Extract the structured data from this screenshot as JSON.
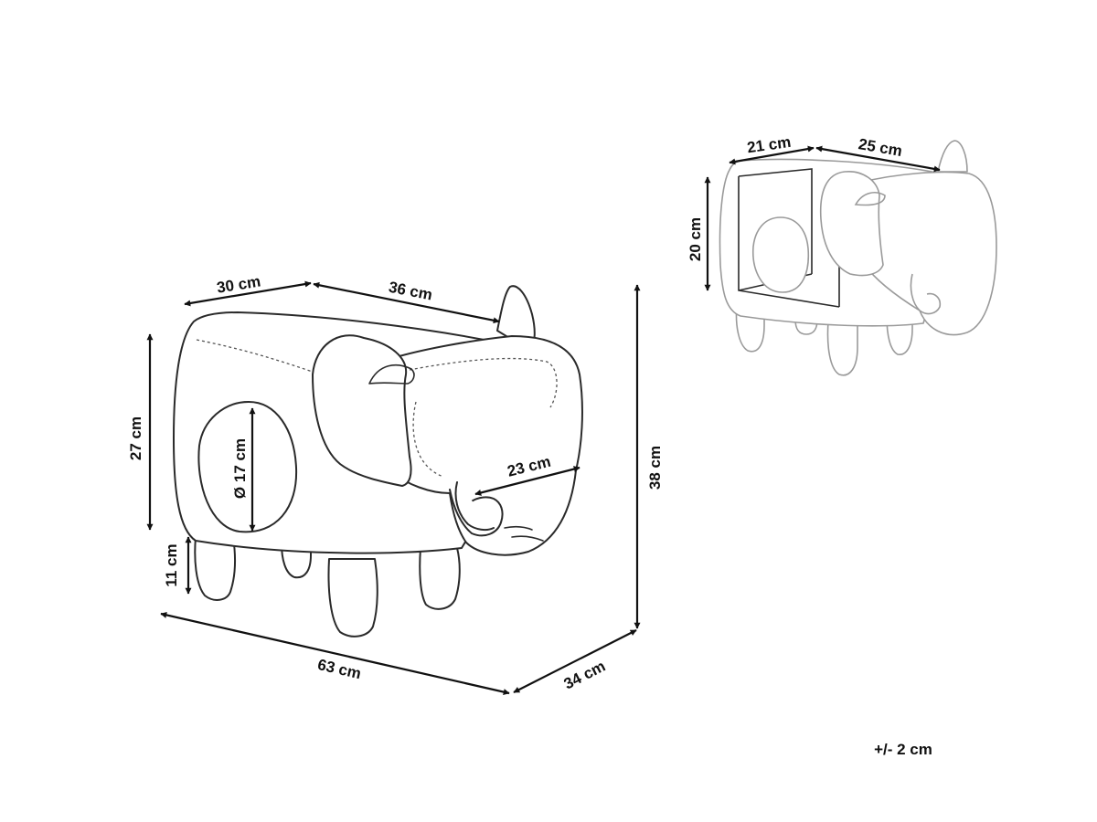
{
  "dimensions": {
    "seat_depth": "30 cm",
    "seat_length": "36 cm",
    "body_height": "27 cm",
    "hole_diameter": "Ø 17 cm",
    "head_width": "23 cm",
    "leg_height": "11 cm",
    "overall_length": "63 cm",
    "overall_width": "34 cm",
    "overall_height": "38 cm",
    "storage_depth": "21 cm",
    "storage_length": "25 cm",
    "storage_height": "20 cm"
  },
  "tolerance": "+/- 2 cm",
  "colors": {
    "line": "#2a2a2a",
    "ghost_line": "#9a9a9a",
    "text": "#111111",
    "background": "#ffffff"
  }
}
